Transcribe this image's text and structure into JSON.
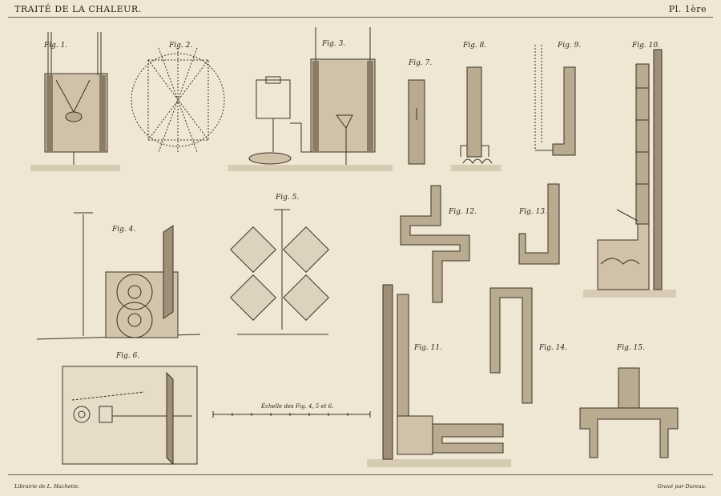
{
  "header": {
    "title": "TRAITÉ DE LA CHALEUR.",
    "plate": "Pl. 1ère"
  },
  "figures": {
    "f1": "Fig. 1.",
    "f2": "Fig. 2.",
    "f3": "Fig. 3.",
    "f4": "Fig. 4.",
    "f5": "Fig. 5.",
    "f6": "Fig. 6.",
    "f7": "Fig. 7.",
    "f8": "Fig. 8.",
    "f9": "Fig. 9.",
    "f10": "Fig. 10.",
    "f11": "Fig. 11.",
    "f12": "Fig. 12.",
    "f13": "Fig. 13.",
    "f14": "Fig. 14.",
    "f15": "Fig. 15."
  },
  "scale_label": "Échelle des Fig. 4, 5 et 6.",
  "footer": {
    "publisher": "Librairie de L. Hachette.",
    "engraver": "Gravé par Dureau."
  }
}
